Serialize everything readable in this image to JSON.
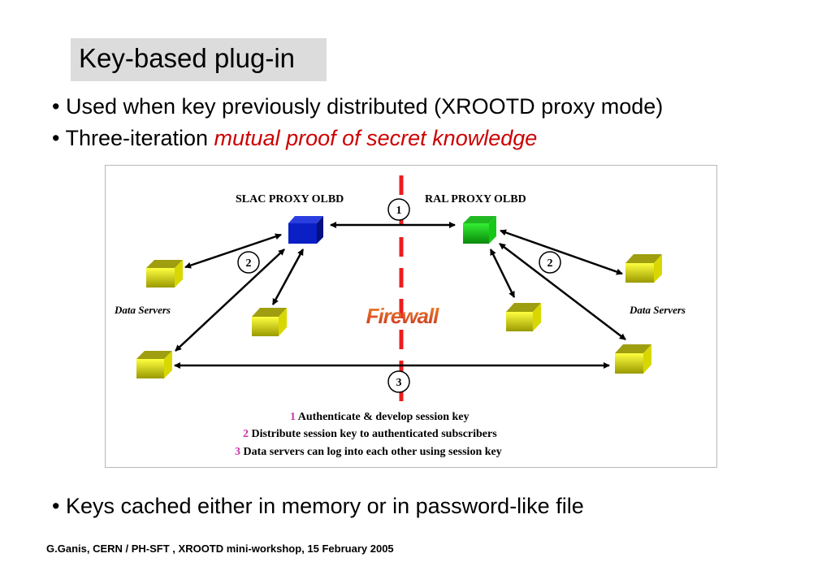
{
  "slide": {
    "title": "Key-based plug-in",
    "bullets": [
      {
        "text": "• Used when key previously distributed (XROOTD proxy mode)"
      },
      {
        "text": "• Three-iteration ",
        "emphasis": "mutual proof of secret knowledge",
        "emphasis_color": "#cc0000"
      },
      {
        "text": "• Keys cached either in memory or in password-like file"
      }
    ],
    "footer": "G.Ganis, CERN / PH-SFT ,  XROOTD mini-workshop, 15 February 2005"
  },
  "diagram": {
    "left_node": {
      "label": "SLAC PROXY OLBD",
      "color": "#0a1fc4"
    },
    "right_node": {
      "label": "RAL PROXY OLBD",
      "color": "#19d219"
    },
    "left_servers_label": "Data Servers",
    "right_servers_label": "Data Servers",
    "firewall_label": "Firewall",
    "firewall_color": "#ee1c1c",
    "step_markers": [
      "1",
      "2",
      "2",
      "3"
    ],
    "legend": [
      {
        "num": "1",
        "text": "Authenticate & develop session key"
      },
      {
        "num": "2",
        "text": "Distribute session key to authenticated subscribers"
      },
      {
        "num": "3",
        "text": "Data servers can log into each other using session key"
      }
    ],
    "legend_num_color": "#cc33aa",
    "server_color": "#e6e600"
  }
}
